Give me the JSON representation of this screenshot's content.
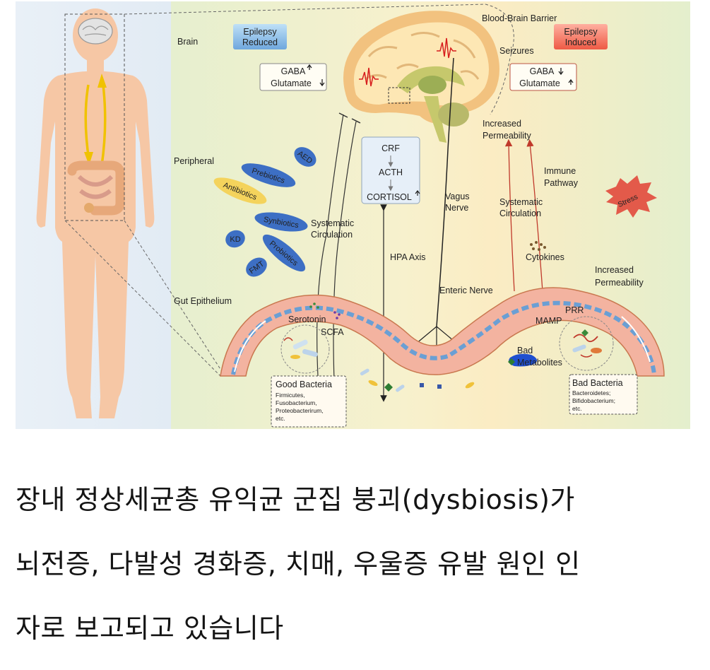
{
  "figure": {
    "brain_header": "Brain",
    "peripheral_header": "Peripheral",
    "gut_header": "Gut Epithelium",
    "blood_brain_barrier": "Blood-Brain Barrier",
    "epilepsy_reduced": [
      "Epilepsy",
      "Reduced"
    ],
    "epilepsy_induced": [
      "Epilepsy",
      "Induced"
    ],
    "seizures": "Seizures",
    "left_box": [
      "GABA",
      "Glutamate"
    ],
    "right_box": [
      "GABA",
      "Glutamate"
    ],
    "hpa_box": [
      "CRF",
      "ACTH",
      "CORTISOL"
    ],
    "vagus_nerve": [
      "Vagus",
      "Nerve"
    ],
    "hpa_axis": "HPA Axis",
    "enteric_nerve": "Enteric Nerve",
    "systematic_circulation_left": [
      "Systematic",
      "Circulation"
    ],
    "systematic_circulation_right": [
      "Systematic",
      "Circulation"
    ],
    "increased_permeability_top": [
      "Increased",
      "Permeability"
    ],
    "increased_permeability_right": [
      "Increased",
      "Permeability"
    ],
    "immune_pathway": [
      "Immune",
      "Pathway"
    ],
    "stress": "Stress",
    "cytokines": "Cytokines",
    "treatments": [
      "AED",
      "Prebiotics",
      "Antibiotics",
      "Synbiotics",
      "KD",
      "Probiotics",
      "FMT"
    ],
    "serotonin": "Serotonin",
    "scfa": "SCFA",
    "prr": "PRR",
    "mamp": "MAMP",
    "bad_metabolites": [
      "Bad",
      "Metabolites"
    ],
    "good_bacteria_title": "Good Bacteria",
    "good_bacteria_list": [
      "Firmicutes,",
      "Fusobacterium,",
      "Proteobacterirum,",
      "etc."
    ],
    "bad_bacteria_title": "Bad Bacteria",
    "bad_bacteria_list": [
      "Bacteroidetes;",
      "Bifidobacterium;",
      "etc."
    ]
  },
  "caption": {
    "line1": "장내 정상세균총 유익균 군집 붕괴(dysbiosis)가",
    "line2": "뇌전증, 다발성 경화증, 치매, 우울증 유발 원인 인",
    "line3": "자로 보고되고 있습니다"
  },
  "colors": {
    "body_panel": "#e4edf6",
    "diagram_green": "#e7f0cf",
    "diagram_yellow": "#fbefc4",
    "blue_pill": "#3d6fc4",
    "yellow_pill": "#f4d35c",
    "red_arrow": "#c0392b",
    "caption_text": "#141414"
  }
}
